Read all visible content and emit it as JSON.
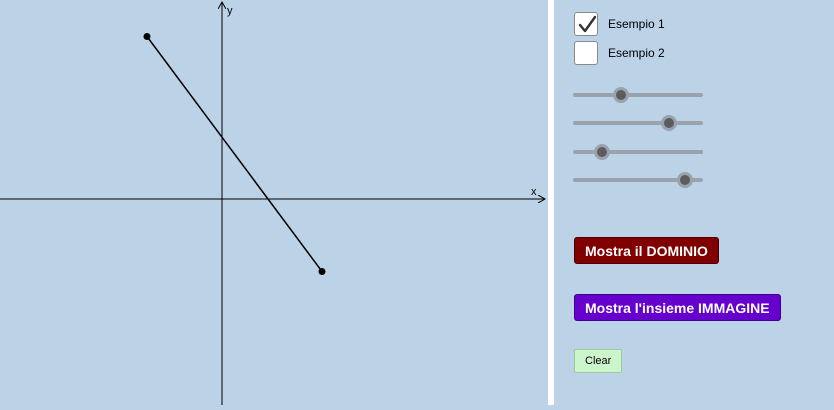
{
  "graph": {
    "x_axis_label": "x",
    "y_axis_label": "y",
    "segment": {
      "start": {
        "x": -3,
        "y": 6.5
      },
      "end": {
        "x": 4,
        "y": -2.9
      }
    },
    "line_color": "#000000",
    "background_color": "#bcd2e7"
  },
  "panel": {
    "checkboxes": [
      {
        "label": "Esempio 1",
        "checked": true
      },
      {
        "label": "Esempio 2",
        "checked": false
      }
    ],
    "sliders": [
      {
        "value": 0.37
      },
      {
        "value": 0.74
      },
      {
        "value": 0.22
      },
      {
        "value": 0.86
      }
    ],
    "buttons": {
      "domain_label": "Mostra il DOMINIO",
      "domain_color": "#800000",
      "image_label": "Mostra l'insieme IMMAGINE",
      "image_color": "#6600cc",
      "clear_label": "Clear"
    }
  }
}
